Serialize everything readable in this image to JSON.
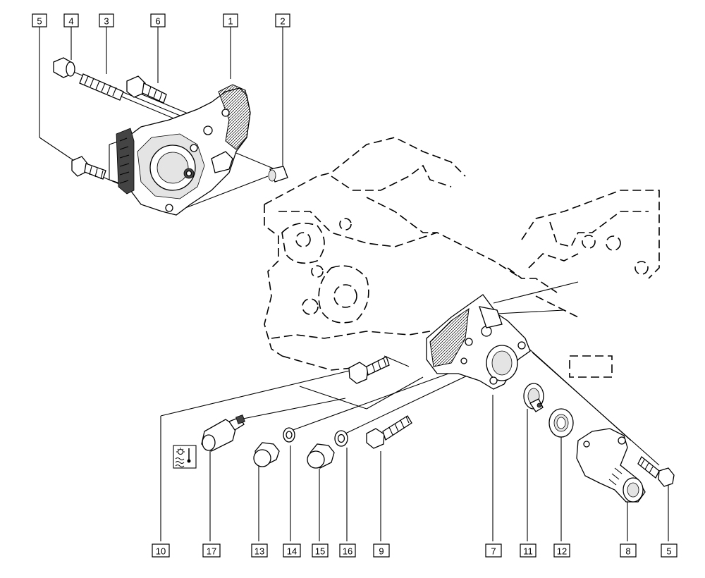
{
  "callouts": [
    {
      "id": "c5-top",
      "label": "5"
    },
    {
      "id": "c4",
      "label": "4"
    },
    {
      "id": "c3",
      "label": "3"
    },
    {
      "id": "c6",
      "label": "6"
    },
    {
      "id": "c1",
      "label": "1"
    },
    {
      "id": "c2",
      "label": "2"
    },
    {
      "id": "c10",
      "label": "10"
    },
    {
      "id": "c17",
      "label": "17"
    },
    {
      "id": "c13",
      "label": "13"
    },
    {
      "id": "c14",
      "label": "14"
    },
    {
      "id": "c15",
      "label": "15"
    },
    {
      "id": "c16",
      "label": "16"
    },
    {
      "id": "c9",
      "label": "9"
    },
    {
      "id": "c7",
      "label": "7"
    },
    {
      "id": "c11",
      "label": "11"
    },
    {
      "id": "c12",
      "label": "12"
    },
    {
      "id": "c8",
      "label": "8"
    },
    {
      "id": "c5-bottom",
      "label": "5"
    }
  ],
  "icons": {
    "temperature_sensor_symbol": "coolant-temperature-icon"
  }
}
